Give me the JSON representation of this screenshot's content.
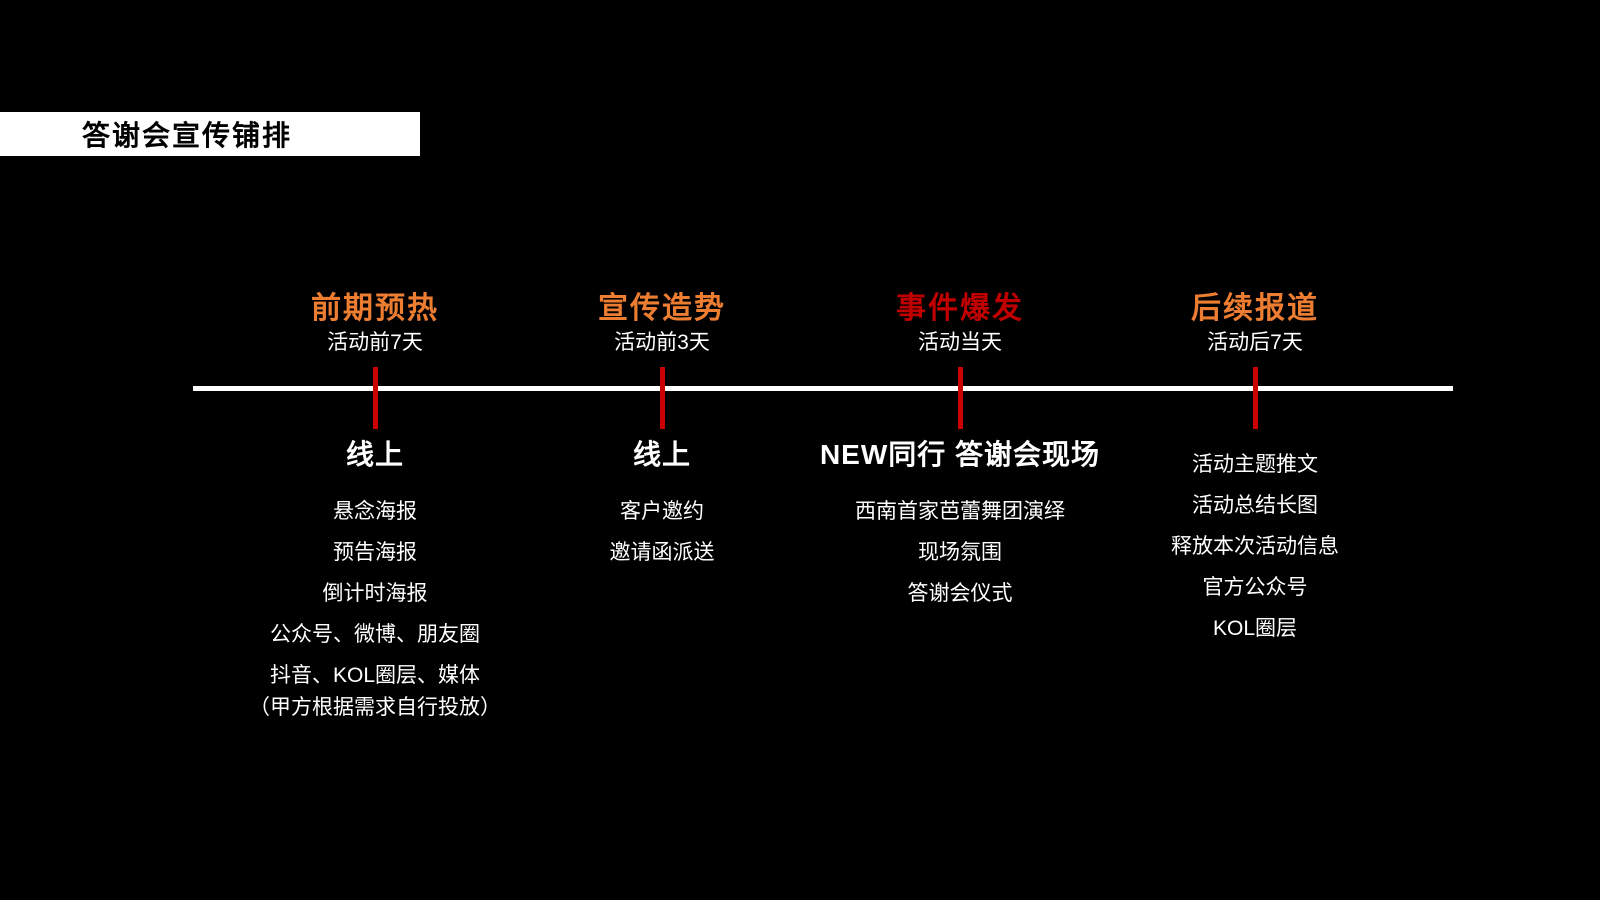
{
  "page": {
    "background_color": "#000000",
    "text_color": "#FFFFFF"
  },
  "title_bar": {
    "label": "答谢会宣传铺排",
    "background_color": "#FFFFFF",
    "text_color": "#000000"
  },
  "timeline": {
    "line_color": "#FFFFFF",
    "tick_color": "#CC0000",
    "accent_orange": "#ED7D31",
    "accent_red": "#C00000",
    "phases": [
      {
        "name": "前期预热",
        "name_color": "#ED7D31",
        "date": "活动前7天",
        "subtitle": "线上",
        "items": [
          "悬念海报",
          "预告海报",
          "倒计时海报",
          "公众号、微博、朋友圈",
          "抖音、KOL圈层、媒体",
          "（甲方根据需求自行投放）"
        ]
      },
      {
        "name": "宣传造势",
        "name_color": "#ED7D31",
        "date": "活动前3天",
        "subtitle": "线上",
        "items": [
          "客户邀约",
          "邀请函派送"
        ]
      },
      {
        "name": "事件爆发",
        "name_color": "#C00000",
        "date": "活动当天",
        "subtitle": "NEW同行 答谢会现场",
        "items": [
          "西南首家芭蕾舞团演绎",
          "现场氛围",
          "答谢会仪式"
        ]
      },
      {
        "name": "后续报道",
        "name_color": "#ED7D31",
        "date": "活动后7天",
        "subtitle": "",
        "items": [
          "活动主题推文",
          "活动总结长图",
          "释放本次活动信息",
          "官方公众号",
          "KOL圈层"
        ]
      }
    ]
  }
}
